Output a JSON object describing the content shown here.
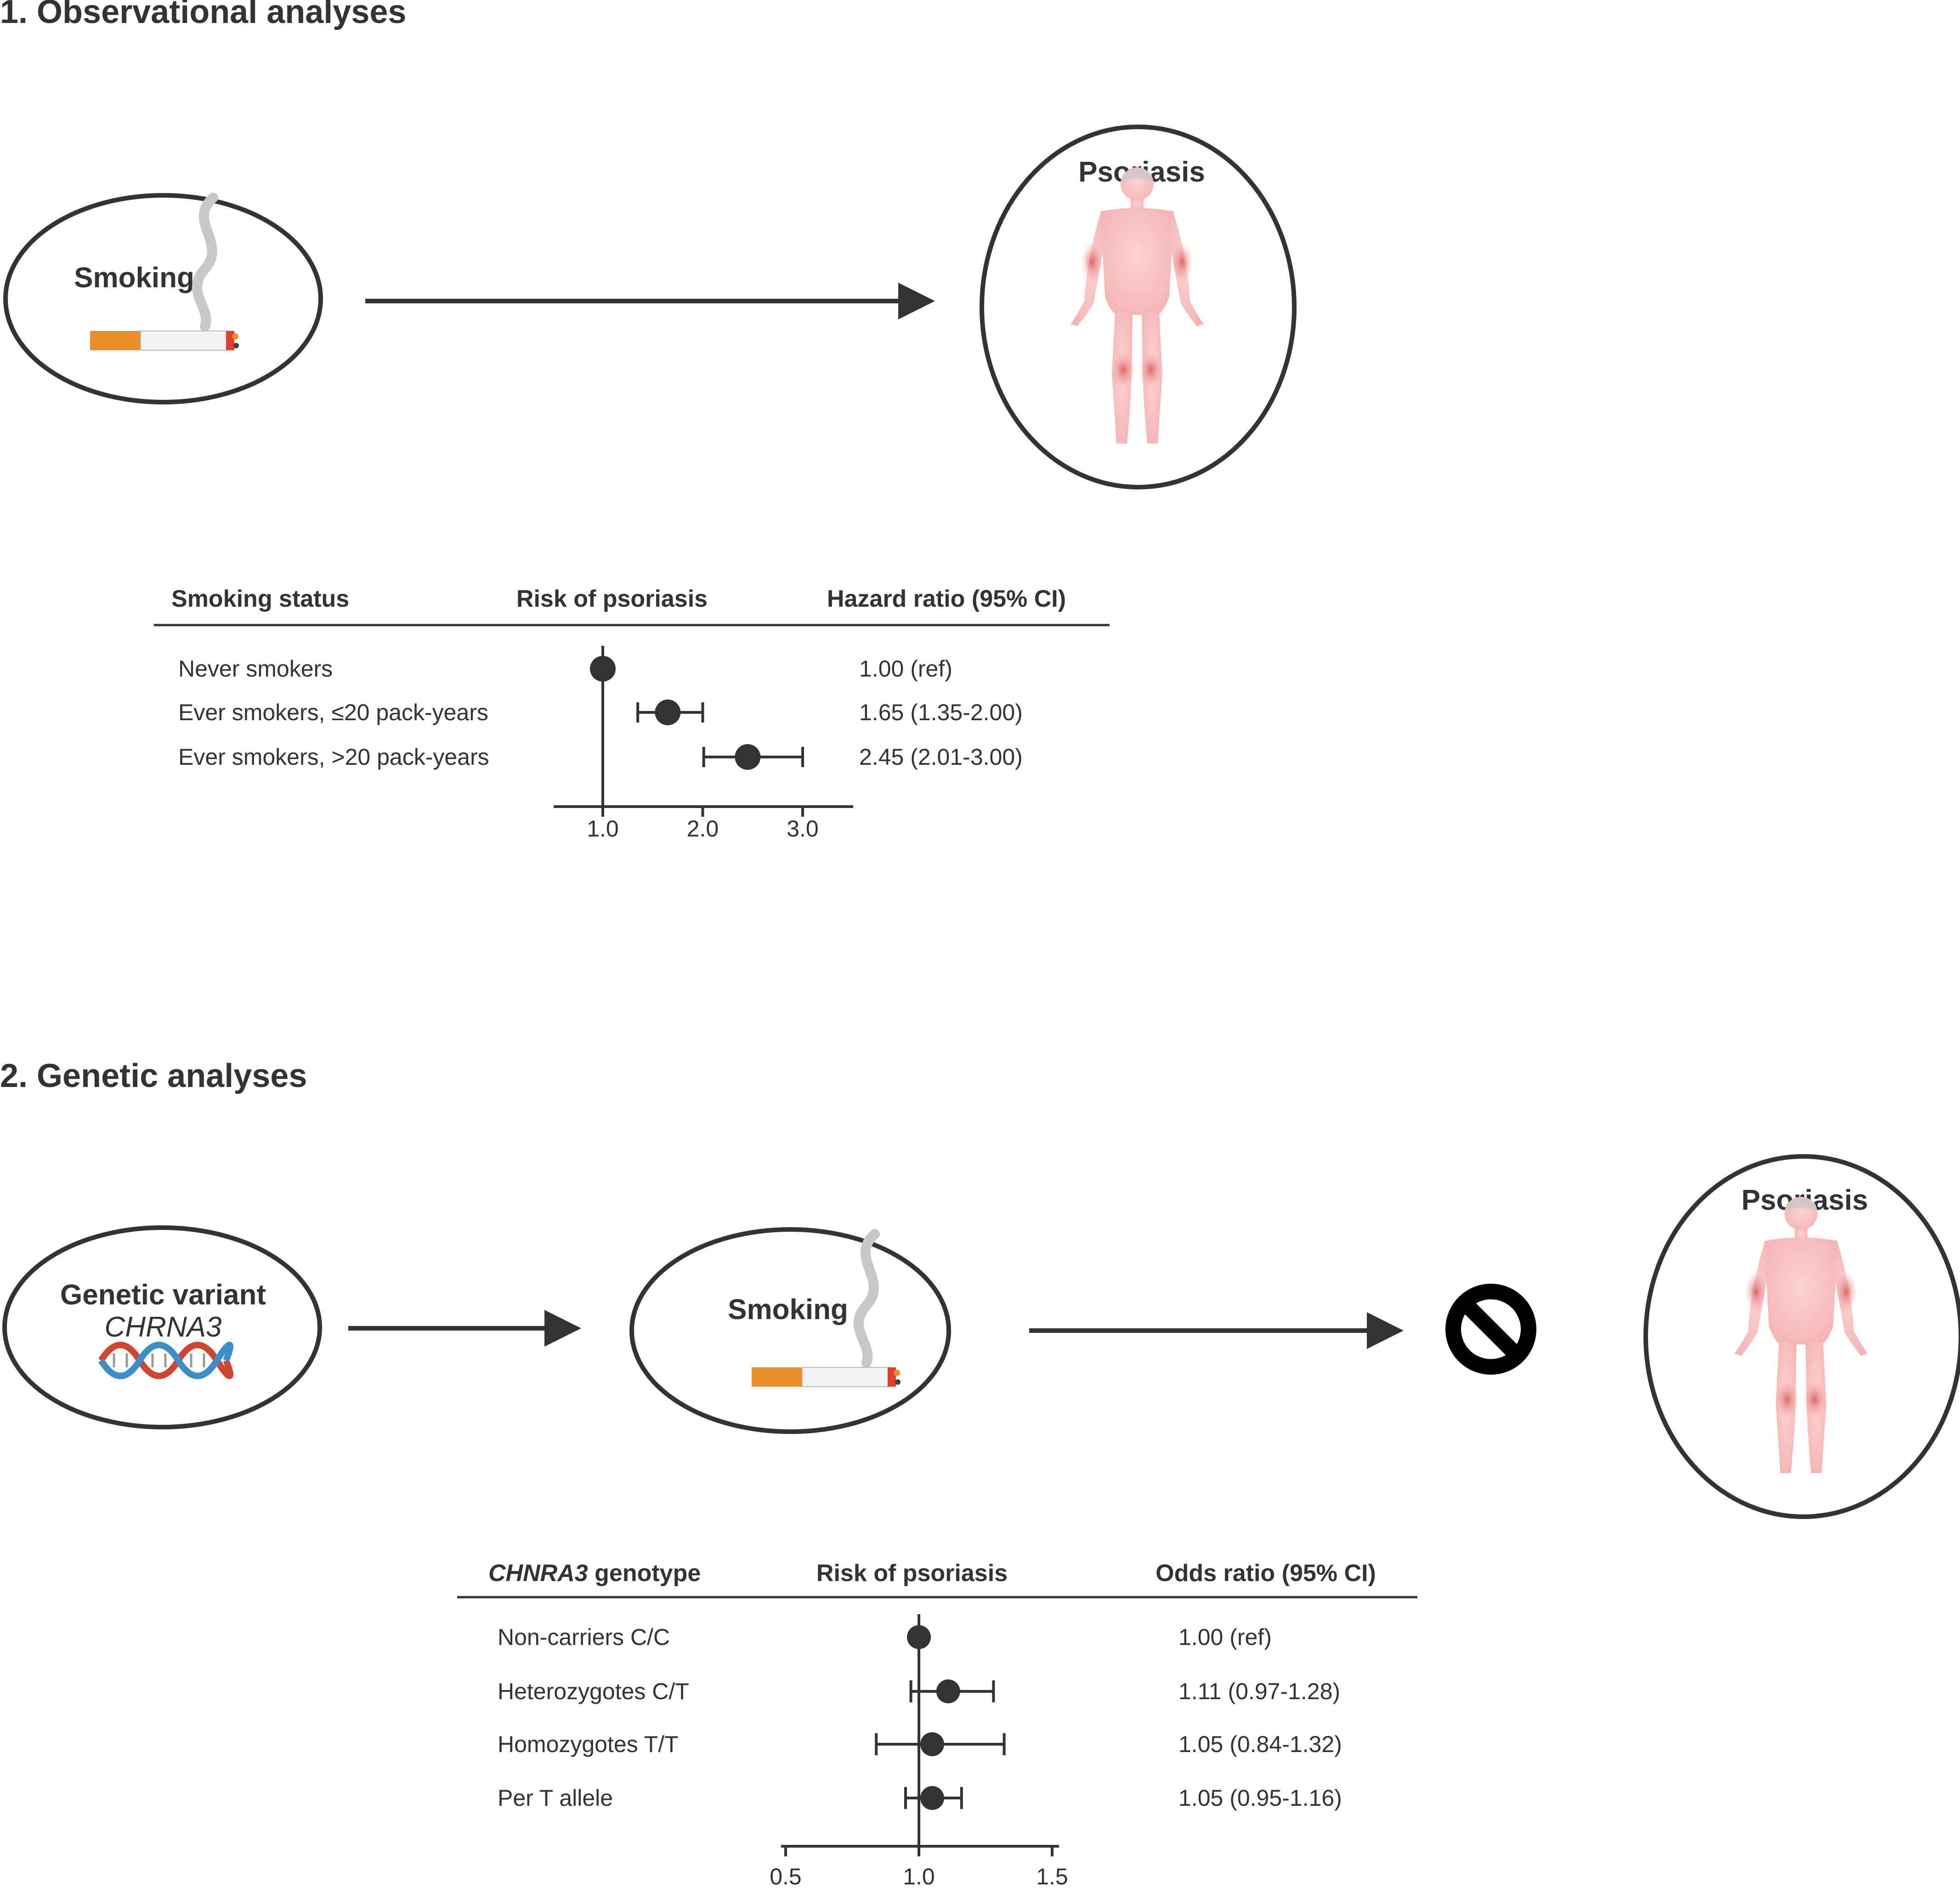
{
  "section1": {
    "title": "1. Observational analyses",
    "exposure": "Smoking",
    "outcome": "Psoriasis"
  },
  "section2": {
    "title": "2. Genetic analyses",
    "variant_label": "Genetic variant",
    "variant_name": "CHRNA3",
    "exposure": "Smoking",
    "outcome": "Psoriasis"
  },
  "chart_data": [
    {
      "type": "forest",
      "columns": {
        "label": "Smoking status",
        "plot": "Risk of psoriasis",
        "estimate": "Hazard ratio (95% CI)"
      },
      "rows": [
        {
          "label": "Never smokers",
          "estimate": 1.0,
          "lower": null,
          "upper": null,
          "text": "1.00 (ref)"
        },
        {
          "label": "Ever smokers, ≤20 pack-years",
          "estimate": 1.65,
          "lower": 1.35,
          "upper": 2.0,
          "text": "1.65 (1.35-2.00)"
        },
        {
          "label": "Ever smokers, >20 pack-years",
          "estimate": 2.45,
          "lower": 2.01,
          "upper": 3.0,
          "text": "2.45 (2.01-3.00)"
        }
      ],
      "xlim": [
        0.5,
        3.5
      ],
      "ref_line": 1.0,
      "ticks": [
        1.0,
        2.0,
        3.0
      ],
      "tick_labels": [
        "1.0",
        "2.0",
        "3.0"
      ]
    },
    {
      "type": "forest",
      "columns": {
        "label_italic": "CHNRA3",
        "label": " genotype",
        "plot": "Risk of psoriasis",
        "estimate": "Odds ratio (95% CI)"
      },
      "rows": [
        {
          "label": "Non-carriers C/C",
          "estimate": 1.0,
          "lower": null,
          "upper": null,
          "text": "1.00 (ref)"
        },
        {
          "label": "Heterozygotes C/T",
          "estimate": 1.11,
          "lower": 0.97,
          "upper": 1.28,
          "text": "1.11 (0.97-1.28)"
        },
        {
          "label": "Homozygotes T/T",
          "estimate": 1.05,
          "lower": 0.84,
          "upper": 1.32,
          "text": "1.05 (0.84-1.32)"
        },
        {
          "label": "Per T allele",
          "estimate": 1.05,
          "lower": 0.95,
          "upper": 1.16,
          "text": "1.05 (0.95-1.16)"
        }
      ],
      "xlim": [
        0.5,
        1.5
      ],
      "ref_line": 1.0,
      "ticks": [
        0.5,
        1.0,
        1.5
      ],
      "tick_labels": [
        "0.5",
        "1.0",
        "1.5"
      ]
    }
  ],
  "colors": {
    "ink": "#333333",
    "body": "#f9c7c7",
    "lesion": "#e07070",
    "filter": "#e98e2a",
    "ember": "#d9412b",
    "smoke": "#c8c8c8",
    "dna_red": "#d0452f",
    "dna_blue": "#3a8fc8"
  },
  "icons": [
    "cigarette-icon",
    "human-body-icon",
    "dna-icon",
    "no-effect-icon"
  ]
}
